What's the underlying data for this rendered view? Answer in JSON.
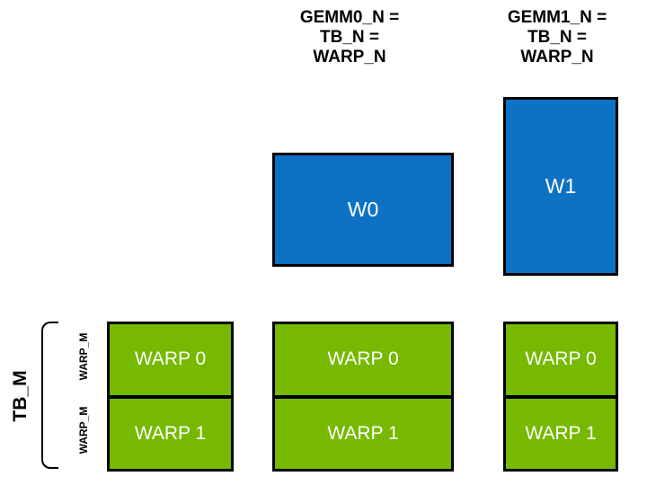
{
  "colors": {
    "blue": "#0d72c4",
    "green": "#76b900",
    "outline": "#000000",
    "background": "#ffffff",
    "box_text": "#ffffff",
    "label_text": "#000000"
  },
  "headers": {
    "gemm0": "GEMM0_N =\nTB_N =\nWARP_N",
    "gemm1": "GEMM1_N =\nTB_N =\nWARP_N"
  },
  "blue_boxes": {
    "w0": "W0",
    "w1": "W1"
  },
  "warp_columns": {
    "left": {
      "rows": [
        "WARP 0",
        "WARP 1"
      ]
    },
    "middle": {
      "rows": [
        "WARP 0",
        "WARP 1"
      ]
    },
    "right": {
      "rows": [
        "WARP 0",
        "WARP 1"
      ]
    }
  },
  "side_labels": {
    "tb_m": "TB_M",
    "warp_m_top": "WARP_M",
    "warp_m_bottom": "WARP_M"
  }
}
